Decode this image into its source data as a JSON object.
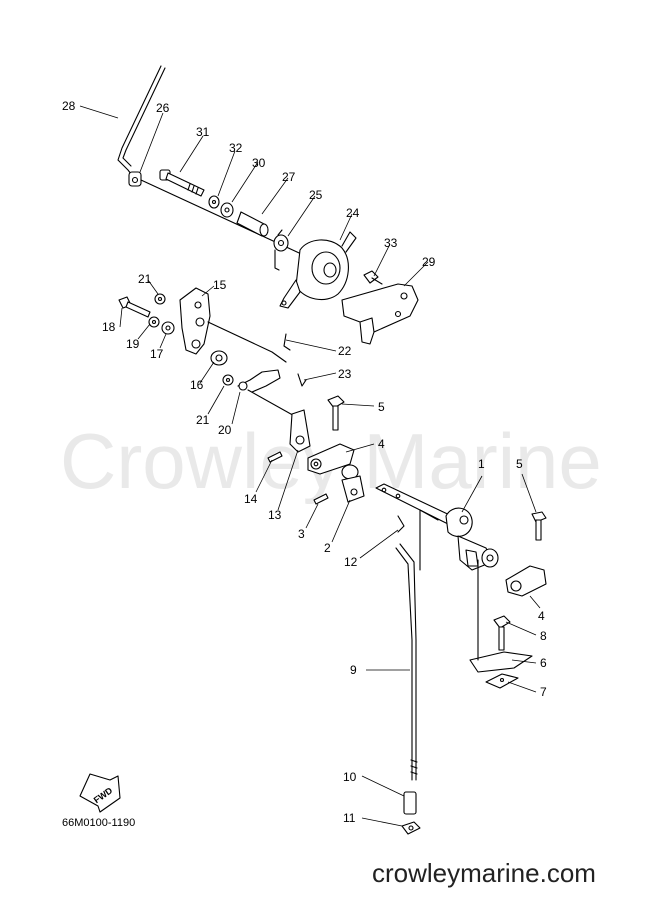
{
  "watermark": "Crowley Marine",
  "footer_site": "crowleymarine.com",
  "diagram_code": "66M0100-1190",
  "fwd_label": "FWD",
  "callouts": [
    "28",
    "26",
    "31",
    "32",
    "30",
    "27",
    "25",
    "24",
    "33",
    "29",
    "21",
    "15",
    "18",
    "19",
    "17",
    "22",
    "16",
    "23",
    "21",
    "20",
    "5",
    "4",
    "14",
    "13",
    "3",
    "2",
    "1",
    "5",
    "12",
    "4",
    "8",
    "6",
    "7",
    "9",
    "10",
    "11"
  ]
}
